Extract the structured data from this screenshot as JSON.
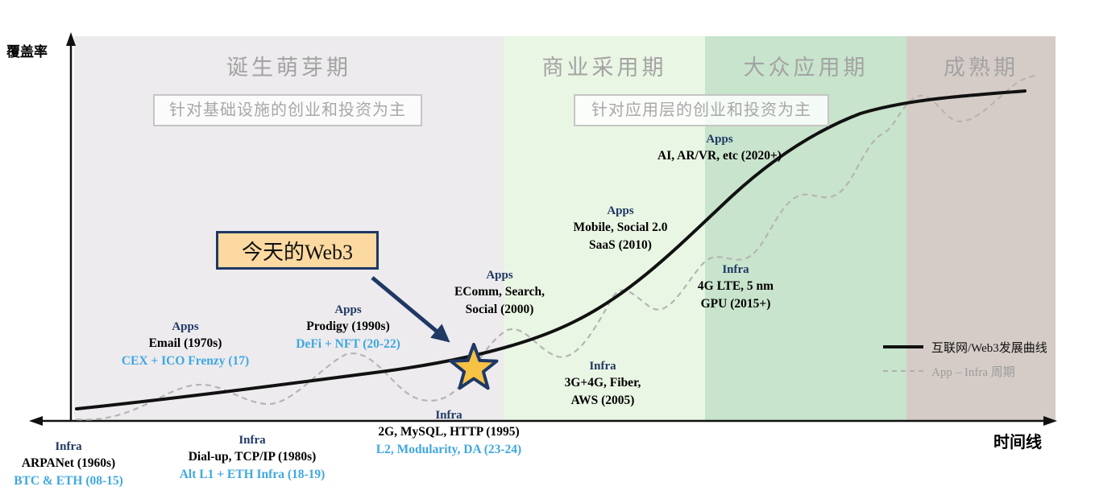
{
  "axes": {
    "y_label": "覆盖率",
    "x_label": "时间线"
  },
  "phases": [
    {
      "label": "诞生萌芽期"
    },
    {
      "label": "商业采用期"
    },
    {
      "label": "大众应用期"
    },
    {
      "label": "成熟期"
    }
  ],
  "callouts": {
    "infra_era": "针对基础设施的创业和投资为主",
    "app_era": "针对应用层的创业和投资为主",
    "today_web3": "今天的Web3"
  },
  "legend": {
    "curve": "互联网/Web3发展曲线",
    "cycle": "App – Infra 周期"
  },
  "milestones": [
    {
      "category": "Infra",
      "lines": [
        "ARPANet (1960s)"
      ],
      "web3": "BTC & ETH (08-15)"
    },
    {
      "category": "Apps",
      "lines": [
        "Email (1970s)"
      ],
      "web3": "CEX + ICO Frenzy (17)"
    },
    {
      "category": "Infra",
      "lines": [
        "Dial-up, TCP/IP (1980s)"
      ],
      "web3": "Alt L1 + ETH Infra (18-19)"
    },
    {
      "category": "Apps",
      "lines": [
        "Prodigy (1990s)"
      ],
      "web3": "DeFi + NFT (20-22)"
    },
    {
      "category": "Infra",
      "lines": [
        "2G, MySQL, HTTP (1995)"
      ],
      "web3": "L2, Modularity, DA (23-24)"
    },
    {
      "category": "Apps",
      "lines": [
        "EComm, Search,",
        "Social (2000)"
      ]
    },
    {
      "category": "Infra",
      "lines": [
        "3G+4G, Fiber,",
        "AWS (2005)"
      ]
    },
    {
      "category": "Apps",
      "lines": [
        "Mobile, Social 2.0",
        "SaaS (2010)"
      ]
    },
    {
      "category": "Infra",
      "lines": [
        "4G LTE, 5 nm",
        "GPU (2015+)"
      ]
    },
    {
      "category": "Apps",
      "lines": [
        "AI, AR/VR, etc (2020+)"
      ]
    }
  ],
  "colors": {
    "navy": "#1f3864",
    "web3_blue": "#3fa7e0",
    "phase1_bg": "#edebed",
    "phase2_bg": "#eaf6e4",
    "phase3_bg": "#c8e4cc",
    "phase4_bg": "#d5ccc7",
    "star_fill": "#f6c243",
    "today_box_bg": "#fcd9a0",
    "phase_title_gray": "#a3a3a3"
  }
}
